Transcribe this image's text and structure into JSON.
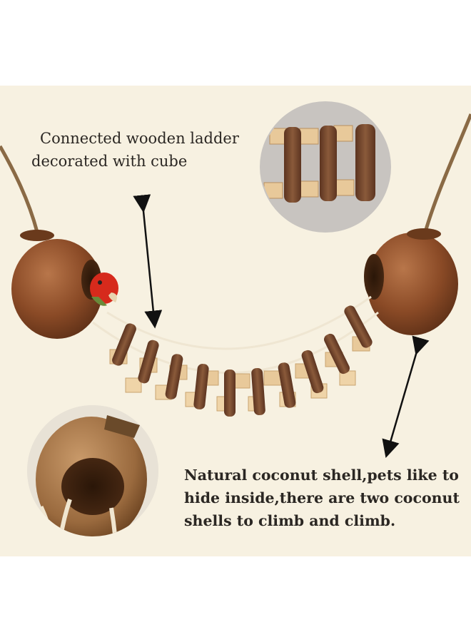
{
  "captions": {
    "ladder_line1": "Connected wooden ladder",
    "ladder_line2": "decorated with cube",
    "shell_line1": "Natural coconut shell,pets like to",
    "shell_line2": "hide inside,there are two coconut",
    "shell_line3": "shells to climb and climb."
  },
  "colors": {
    "background": "#f7f1e1",
    "coconut": "#8a4a26",
    "stick": "#7a4a2e",
    "cube": "#e8c99a",
    "rope": "#8a6a45",
    "bird_red": "#d62a1c",
    "text": "#2b2723"
  }
}
